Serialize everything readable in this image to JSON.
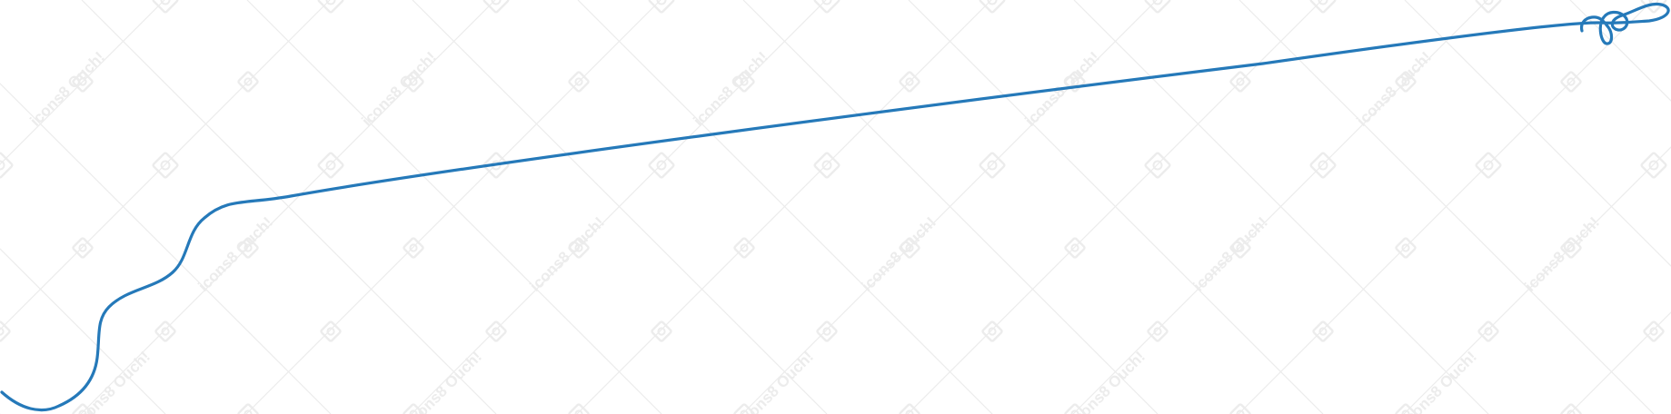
{
  "illustration": {
    "description_icon": "hand-drawn-swirl-line",
    "stroke_color": "#2579b9"
  },
  "watermark": {
    "text": "icons8 Ouch!",
    "color": "#ececec",
    "icon": "icons8-diamond-logo"
  }
}
